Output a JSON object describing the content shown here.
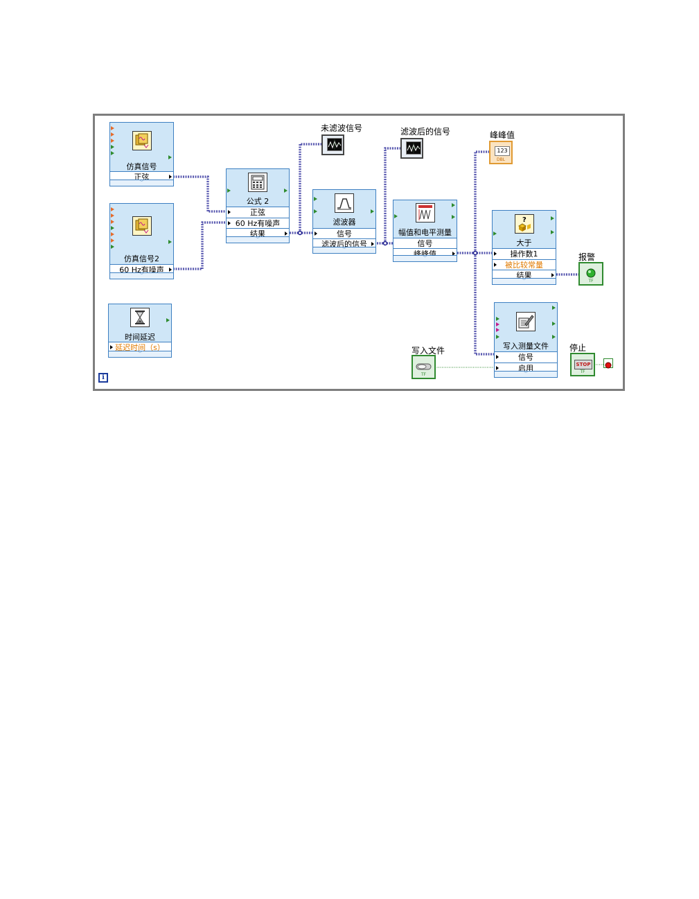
{
  "blocks": {
    "sim1": {
      "title": "仿真信号",
      "terminal": "正弦"
    },
    "sim2": {
      "title": "仿真信号2",
      "terminal": "60 Hz有噪声"
    },
    "delay": {
      "title": "时间延迟",
      "terminal": "延迟时间（s）"
    },
    "formula": {
      "title": "公式 2",
      "terminals": [
        "正弦",
        "60 Hz有噪声",
        "结果"
      ]
    },
    "filter": {
      "title": "滤波器",
      "terminals": [
        "信号",
        "滤波后的信号"
      ]
    },
    "amplitude": {
      "title": "幅值和电平测量",
      "terminals": [
        "信号",
        "峰峰值"
      ]
    },
    "greater": {
      "title": "大于",
      "terminals": [
        "操作数1",
        "被比较常量",
        "结果"
      ]
    },
    "writefile": {
      "title": "写入测量文件",
      "terminals": [
        "信号",
        "启用"
      ]
    }
  },
  "indicators": {
    "unfiltered": "未滤波信号",
    "filtered": "滤波后的信号",
    "peak": "峰峰值",
    "peak_value": "123",
    "peak_type": "DBL",
    "alarm": "报警",
    "bool_type": "TF",
    "write_file": "写入文件",
    "stop": "停止",
    "stop_button": "STOP"
  },
  "info_icon": "i",
  "colors": {
    "block_fill": "#cfe6f7",
    "block_border": "#3d7fc1",
    "wire_dynamic": "#1a1a8c",
    "wire_boolean": "#2f8a2f",
    "dbl_indicator": "#e09a33",
    "orange_text": "#e07a00"
  }
}
